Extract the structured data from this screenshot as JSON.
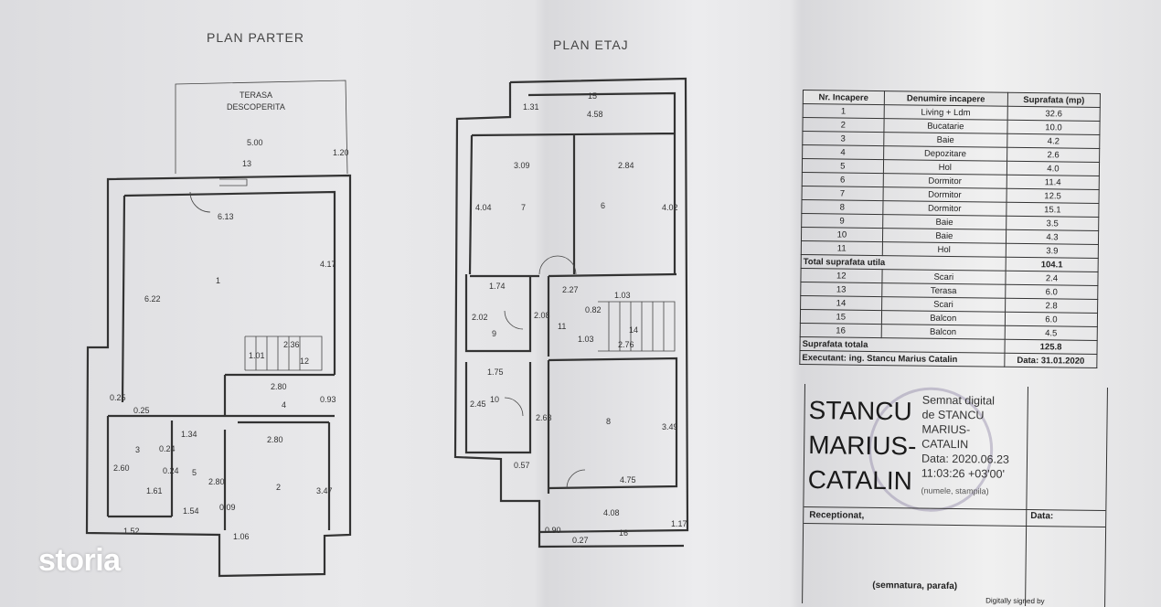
{
  "plan_parter": {
    "title": "PLAN PARTER",
    "terrace_label": [
      "TERASA",
      "DESCOPERITA"
    ],
    "labels": [
      "5.00",
      "1.20",
      "13",
      "6.13",
      "4.17",
      "6.22",
      "1",
      "1.01",
      "2.36",
      "12",
      "2.80",
      "4",
      "0.93",
      "0.25",
      "0.25",
      "1.34",
      "2.80",
      "3",
      "2.60",
      "0.24",
      "0.24",
      "5",
      "2.80",
      "1.61",
      "1.52",
      "1.54",
      "0.09",
      "1.06",
      "3.47",
      "2"
    ]
  },
  "plan_etaj": {
    "title": "PLAN ETAJ",
    "labels": [
      "15",
      "1.31",
      "4.58",
      "3.09",
      "2.84",
      "4.04",
      "7",
      "6",
      "4.02",
      "1.74",
      "2.27",
      "0.82",
      "1.03",
      "2.02",
      "2.08",
      "9",
      "11",
      "14",
      "1.03",
      "2.76",
      "1.75",
      "10",
      "2.45",
      "2.63",
      "8",
      "3.49",
      "0.57",
      "4.75",
      "4.08",
      "0.90",
      "0.27",
      "16",
      "1.17"
    ]
  },
  "table": {
    "headers": [
      "Nr. Incapere",
      "Denumire incapere",
      "Suprafata (mp)"
    ],
    "rooms": [
      [
        "1",
        "Living + Ldm",
        "32.6"
      ],
      [
        "2",
        "Bucatarie",
        "10.0"
      ],
      [
        "3",
        "Baie",
        "4.2"
      ],
      [
        "4",
        "Depozitare",
        "2.6"
      ],
      [
        "5",
        "Hol",
        "4.0"
      ],
      [
        "6",
        "Dormitor",
        "11.4"
      ],
      [
        "7",
        "Dormitor",
        "12.5"
      ],
      [
        "8",
        "Dormitor",
        "15.1"
      ],
      [
        "9",
        "Baie",
        "3.5"
      ],
      [
        "10",
        "Baie",
        "4.3"
      ],
      [
        "11",
        "Hol",
        "3.9"
      ]
    ],
    "total_util_label": "Total suprafata utila",
    "total_util": "104.1",
    "extra": [
      [
        "12",
        "Scari",
        "2.4"
      ],
      [
        "13",
        "Terasa",
        "6.0"
      ],
      [
        "14",
        "Scari",
        "2.8"
      ],
      [
        "15",
        "Balcon",
        "6.0"
      ],
      [
        "16",
        "Balcon",
        "4.5"
      ]
    ],
    "total_label": "Suprafata totala",
    "total": "125.8",
    "executant": "Executant: ing. Stancu Marius Catalin",
    "date": "Data: 31.01.2020"
  },
  "signature": {
    "name_lines": [
      "STANCU",
      "MARIUS-",
      "CATALIN"
    ],
    "digital_lines": [
      "Semnat digital",
      "de STANCU",
      "MARIUS-",
      "CATALIN",
      "Data: 2020.06.23",
      "11:03:26 +03'00'"
    ],
    "stamp_text": "(numele, stampila)",
    "receptionat": "Receptionat,",
    "data_label": "Data:",
    "semnatura": "(semnatura, parafa)",
    "digitally_signed": "Digitally signed by"
  },
  "watermark": "storia"
}
